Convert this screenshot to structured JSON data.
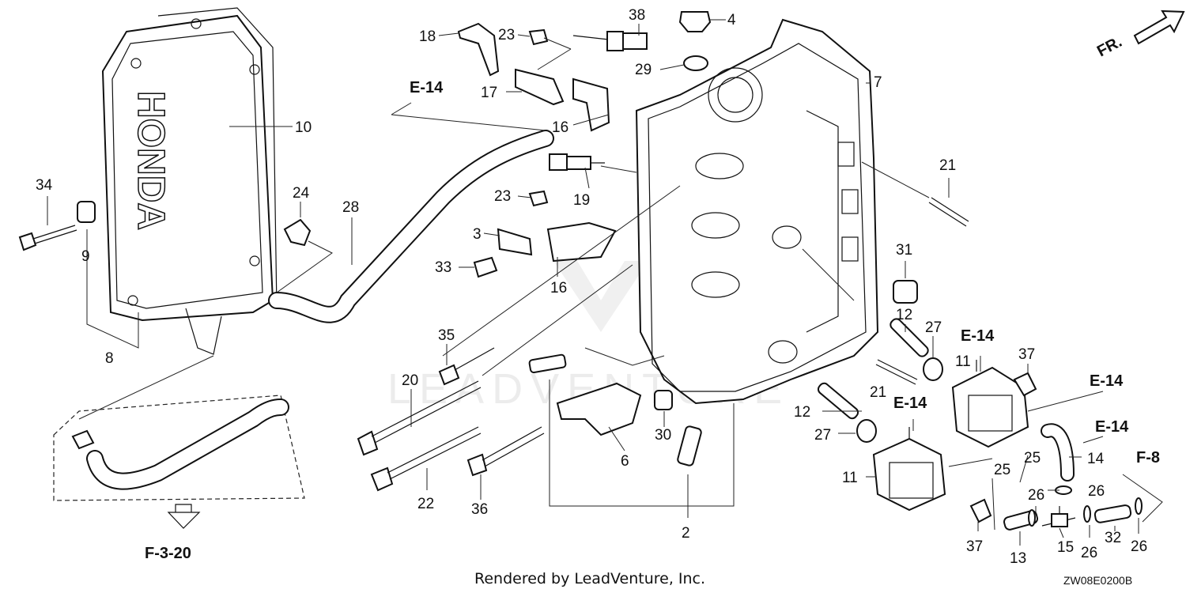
{
  "diagram": {
    "credit": "Rendered by LeadVenture, Inc.",
    "code": "ZW08E0200B",
    "watermark": "LEADVENTURE",
    "brand_embossed": "HONDA",
    "direction_label": "FR.",
    "callouts": {
      "c2": "2",
      "c3": "3",
      "c4": "4",
      "c6": "6",
      "c7": "7",
      "c8": "8",
      "c9": "9",
      "c10": "10",
      "c11a": "11",
      "c11b": "11",
      "c12a": "12",
      "c12b": "12",
      "c13": "13",
      "c14": "14",
      "c15": "15",
      "c16a": "16",
      "c16b": "16",
      "c17": "17",
      "c18": "18",
      "c19": "19",
      "c20": "20",
      "c21a": "21",
      "c21b": "21",
      "c22": "22",
      "c23a": "23",
      "c23b": "23",
      "c24": "24",
      "c25a": "25",
      "c25b": "25",
      "c26a": "26",
      "c26b": "26",
      "c26c": "26",
      "c26d": "26",
      "c27a": "27",
      "c27b": "27",
      "c28": "28",
      "c29": "29",
      "c30": "30",
      "c31": "31",
      "c32": "32",
      "c33": "33",
      "c34": "34",
      "c35": "35",
      "c36": "36",
      "c37a": "37",
      "c37b": "37",
      "c38": "38"
    },
    "refs": {
      "e14_hose": "E-14",
      "e14_pump_top": "E-14",
      "e14_right_a": "E-14",
      "e14_right_b": "E-14",
      "e14_pump_mid": "E-14",
      "f8": "F-8",
      "f320": "F-3-20"
    }
  }
}
